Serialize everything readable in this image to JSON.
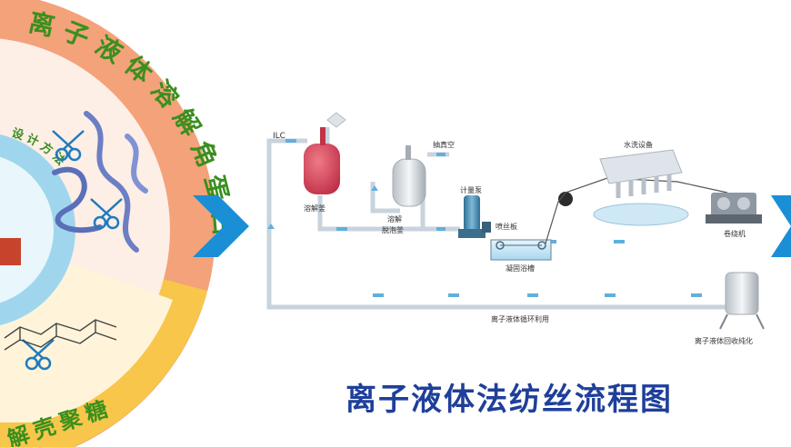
{
  "left_wheel": {
    "outer_ring_text": "离子液体溶解角蛋白",
    "outer_ring_bottom_text": "解壳聚糖",
    "inner_ring_text": "设计方法"
  },
  "process": {
    "feed_label": "ILC",
    "vacuum_label": "抽真空",
    "dissolve_tank": "溶解釜",
    "degas_tank_line1": "溶解",
    "degas_tank_line2": "脱泡釜",
    "meter_pump": "计量泵",
    "spinneret": "喷丝板",
    "coag_bath": "凝固浴槽",
    "wash_unit": "水洗设备",
    "winder": "卷绕机",
    "recycle_loop": "离子液体循环利用",
    "recovery": "离子液体回收纯化"
  },
  "title": "离子液体法纺丝流程图",
  "colors": {
    "outer_ring": "#f3a27a",
    "ring_text_green": "#3a8f1e",
    "inner_disc": "#fdeee6",
    "inner_ring": "#9fd6ee",
    "bottom_sector": "#f7c64a",
    "arrow_blue": "#1a8fd6",
    "title_blue": "#1f3f9a",
    "tank_red": "#d9485b",
    "pipe": "#c9d3dc"
  }
}
